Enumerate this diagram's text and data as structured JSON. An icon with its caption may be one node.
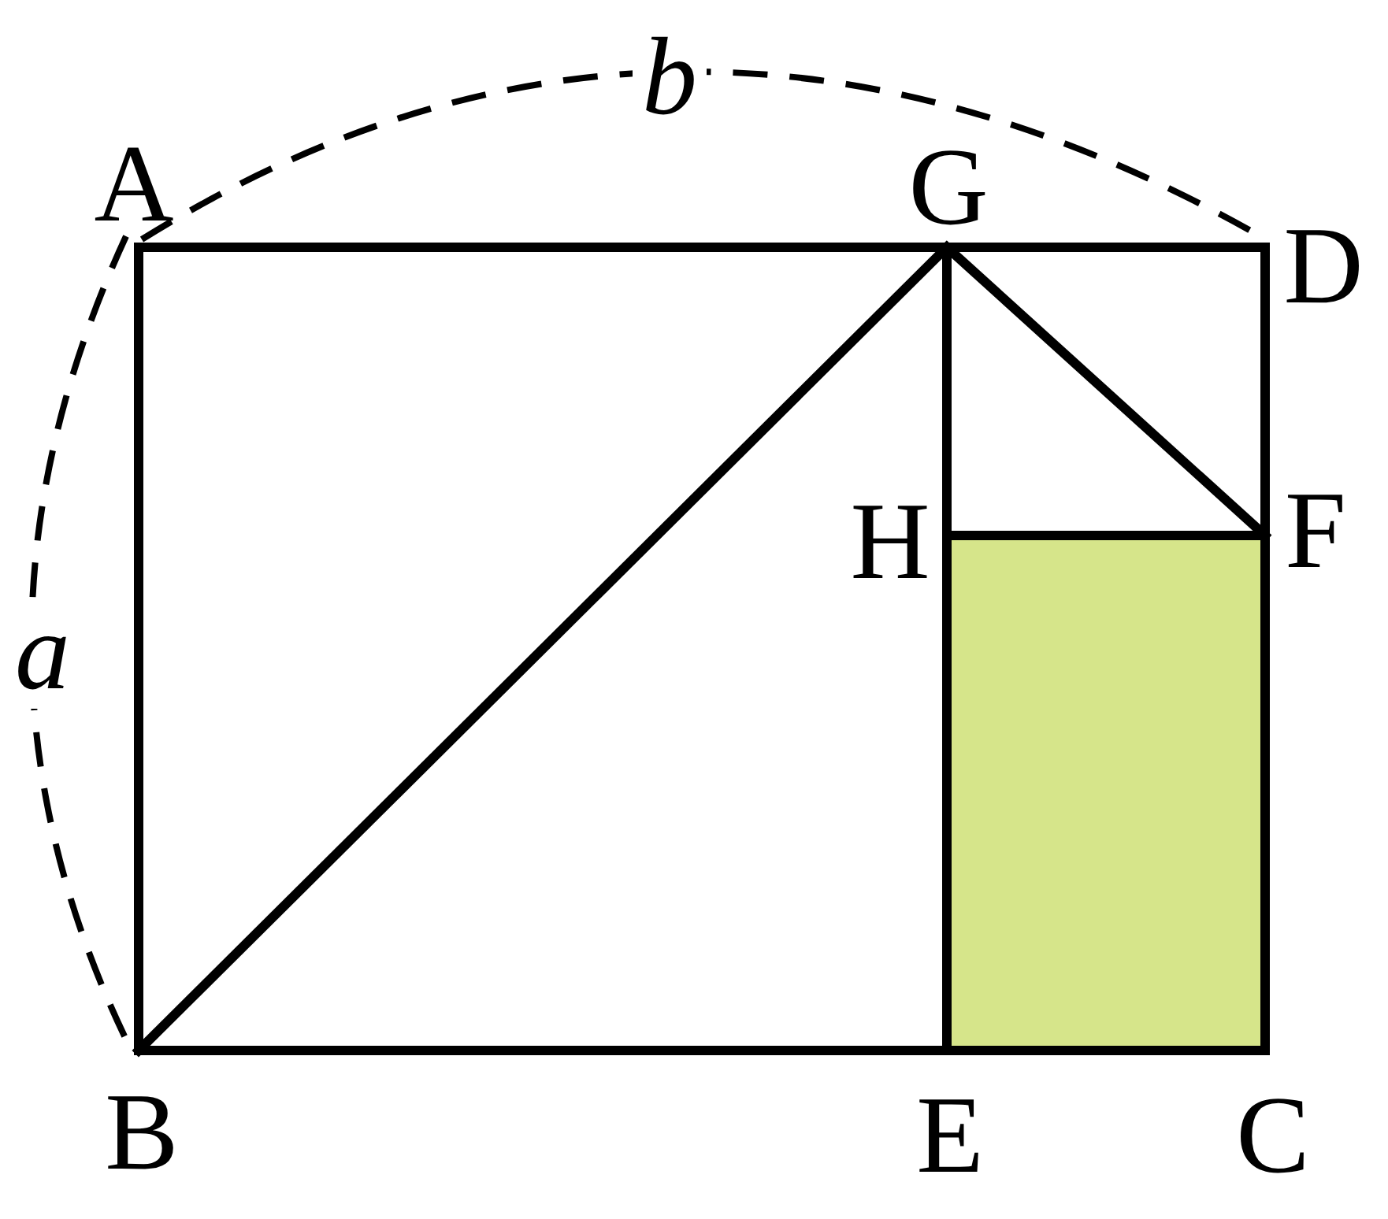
{
  "diagram": {
    "labels": [
      "b",
      "A",
      "G",
      "D",
      "H",
      "F",
      "a",
      "B",
      "E",
      "C"
    ]
  }
}
